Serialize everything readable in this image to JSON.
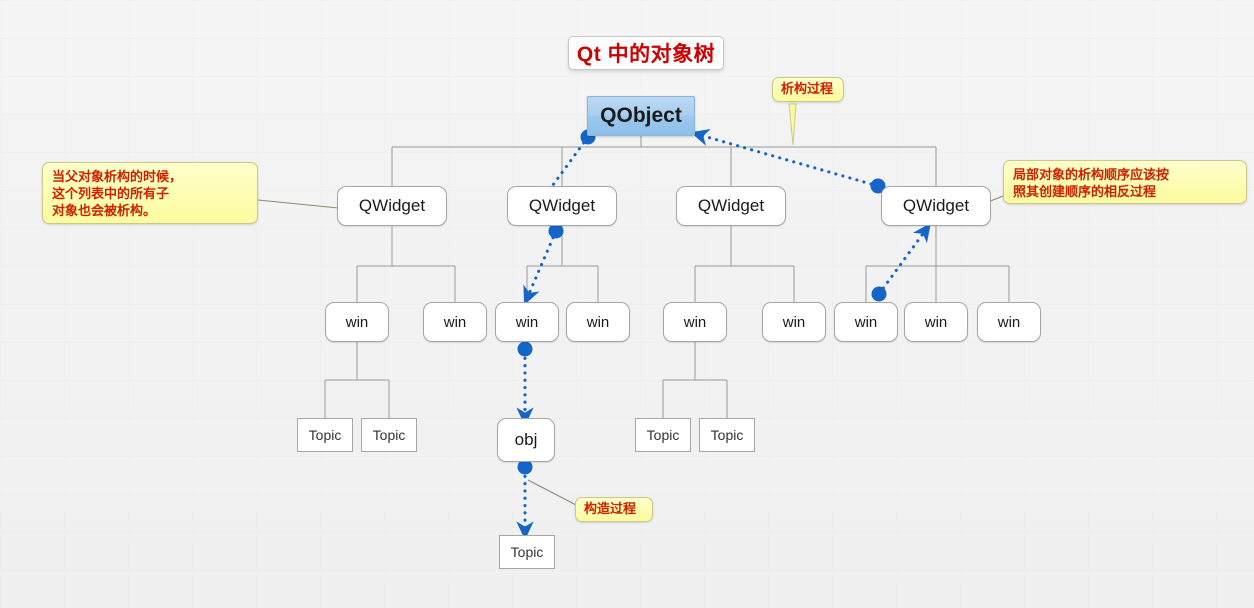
{
  "title": {
    "text": "Qt 中的对象树"
  },
  "root": {
    "label": "QObject"
  },
  "level2": [
    {
      "label": "QWidget"
    },
    {
      "label": "QWidget"
    },
    {
      "label": "QWidget"
    },
    {
      "label": "QWidget"
    }
  ],
  "level3": [
    {
      "label": "win"
    },
    {
      "label": "win"
    },
    {
      "label": "win"
    },
    {
      "label": "win"
    },
    {
      "label": "win"
    },
    {
      "label": "win"
    },
    {
      "label": "win"
    },
    {
      "label": "win"
    },
    {
      "label": "win"
    }
  ],
  "level4": [
    {
      "label": "Topic"
    },
    {
      "label": "Topic"
    },
    {
      "label": "Topic"
    },
    {
      "label": "Topic"
    }
  ],
  "obj_node": {
    "label": "obj"
  },
  "obj_child": {
    "label": "Topic"
  },
  "callouts": {
    "left": {
      "text": "当父对象析构的时候，\n这个列表中的所有子\n对象也会被析构。"
    },
    "right": {
      "text": "局部对象的析构顺序应该按\n照其创建顺序的相反过程"
    },
    "destruct": {
      "text": "析构过程"
    },
    "construct": {
      "text": "构造过程"
    }
  },
  "colors": {
    "background": "#f2f2f2",
    "root_fill": "#a8ceef",
    "node_border": "#a6a6a6",
    "flow_blue": "#1565c8",
    "callout_fill": "#fbfb9e",
    "callout_text": "#cc2200",
    "title_text": "#cc0000",
    "tree_line": "#9a9a9a"
  }
}
